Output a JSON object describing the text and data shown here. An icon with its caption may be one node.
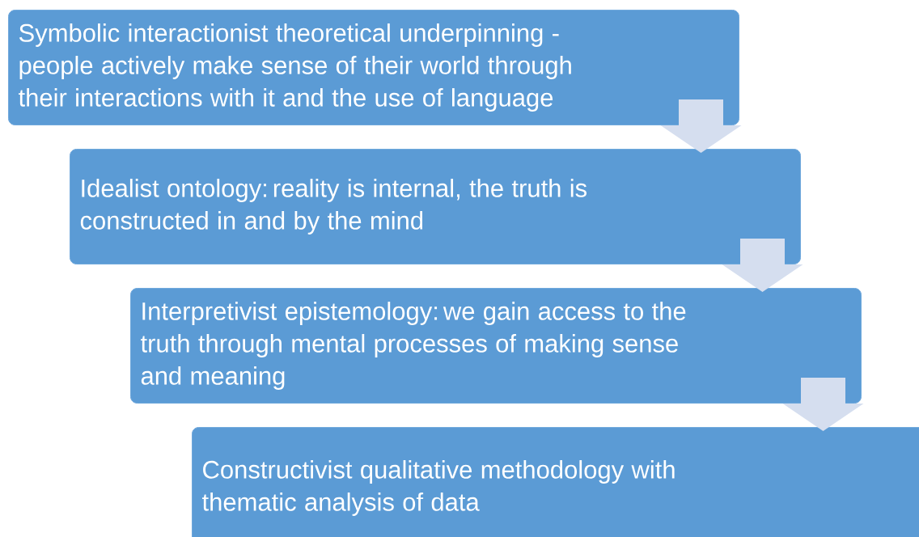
{
  "diagram": {
    "nodes": [
      {
        "text": [
          "Symbolic interactionist theoretical underpinning - people actively make sense of their world through their interactions with it and the use of language"
        ]
      },
      {
        "text": [
          "Idealist ontology: reality is internal, the truth is constructed in and by the mind"
        ]
      },
      {
        "text": [
          "Interpretivist epistemology: we gain access to the truth through mental processes of making sense and meaning"
        ]
      },
      {
        "text": [
          "Constructivist qualitative methodology with thematic analysis of data"
        ]
      }
    ],
    "edges": [
      {
        "from": 0,
        "to": 1,
        "arrow": "to"
      },
      {
        "from": 1,
        "to": 2,
        "arrow": "to"
      },
      {
        "from": 2,
        "to": 3,
        "arrow": "to"
      }
    ]
  }
}
